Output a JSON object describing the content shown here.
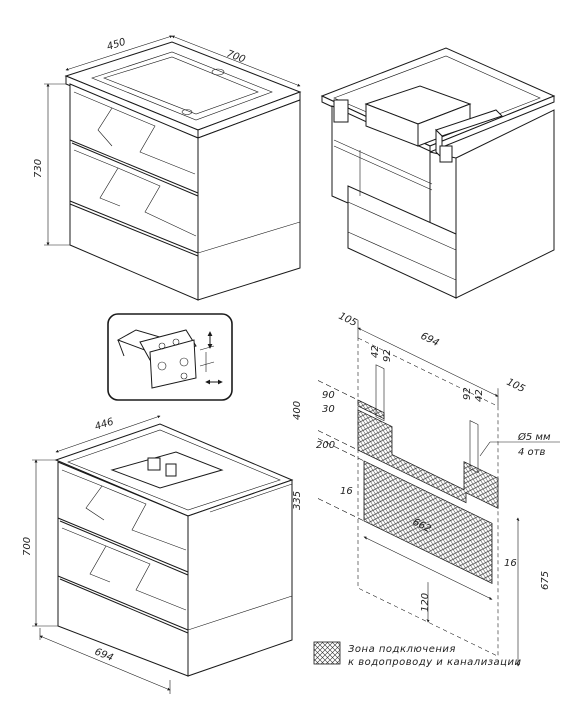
{
  "views": {
    "cabinet_700": {
      "width_label": "700",
      "depth_label": "450",
      "height_label": "730"
    },
    "cabinet_694": {
      "width_label": "694",
      "depth_label": "446",
      "height_label": "700"
    }
  },
  "connection_plan": {
    "overall_width": "694",
    "top_left_offset": "105",
    "top_right_offset": "105",
    "pipe_a_left": "42",
    "pipe_a_right": "92",
    "pipe_b_left": "92",
    "pipe_b_right": "42",
    "upper_zone_height": "400",
    "upper_offset_1": "90",
    "upper_offset_2": "30",
    "gap": "200",
    "lower_zone_height": "335",
    "lower_left_margin": "16",
    "lower_right_margin": "16",
    "lower_width": "662",
    "floor_offset": "120",
    "total_height": "675",
    "holes_note_1": "Ø5 мм",
    "holes_note_2": "4 отв"
  },
  "legend": {
    "line_1": "Зона подключения",
    "line_2": "к водопроводу и канализации"
  },
  "icons": [
    "cabinet-iso-icon",
    "cabinet-open-icon",
    "hinge-adjust-icon",
    "hatch-zone-icon"
  ]
}
